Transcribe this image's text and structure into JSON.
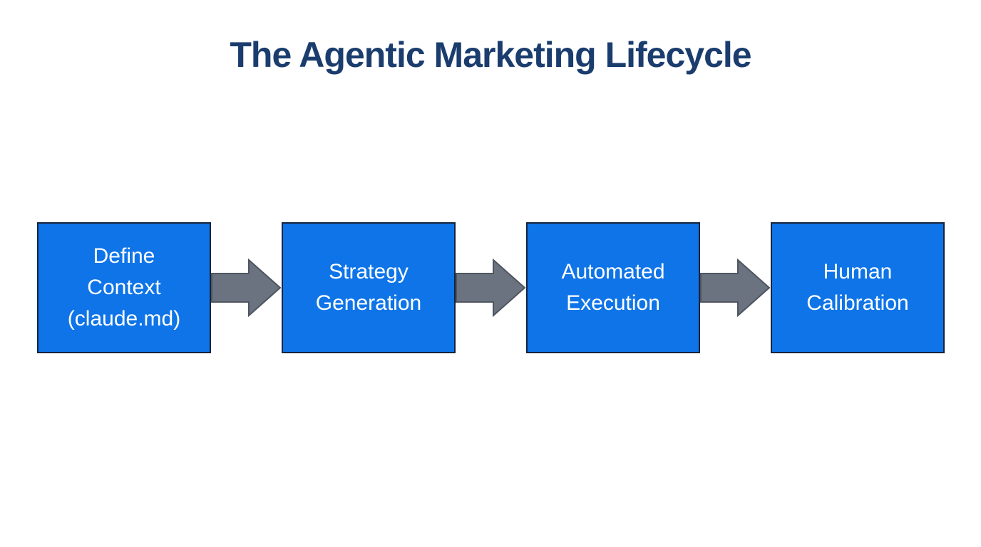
{
  "title": "The Agentic Marketing Lifecycle",
  "diagram": {
    "type": "horizontal-process-flow",
    "steps": [
      {
        "id": "define-context",
        "lines": [
          "Define",
          "Context",
          "(claude.md)"
        ]
      },
      {
        "id": "strategy-generation",
        "lines": [
          "Strategy",
          "Generation"
        ]
      },
      {
        "id": "automated-execution",
        "lines": [
          "Automated",
          "Execution"
        ]
      },
      {
        "id": "human-calibration",
        "lines": [
          "Human",
          "Calibration"
        ]
      }
    ],
    "connector": "right-arrow"
  },
  "colors": {
    "background": "#ffffff",
    "title_text": "#1b3d6e",
    "box_fill": "#0e74e8",
    "box_border": "#16243c",
    "box_text": "#ffffff",
    "arrow_fill": "#6b7280",
    "arrow_outline": "#4f5560"
  }
}
